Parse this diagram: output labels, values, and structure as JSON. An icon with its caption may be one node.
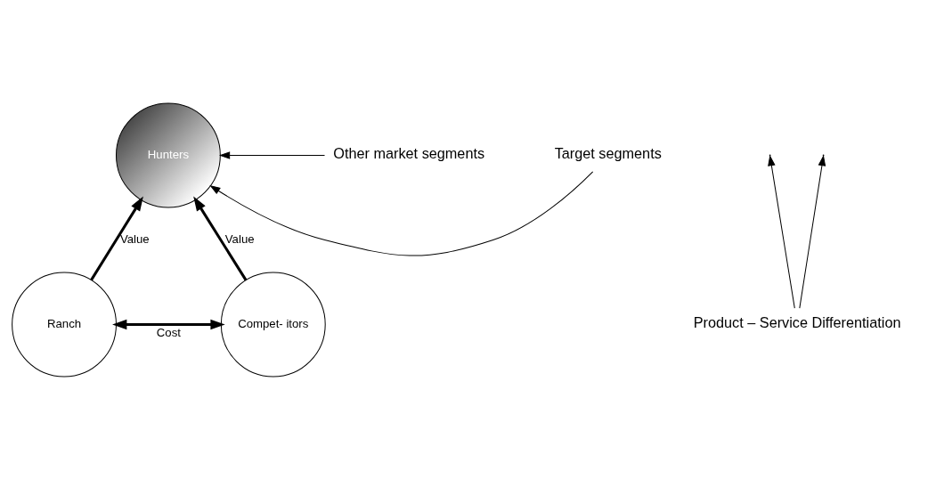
{
  "diagram": {
    "nodes": [
      {
        "text": [
          "Hunters"
        ]
      },
      {
        "text": [
          "Ranch"
        ]
      },
      {
        "text": [
          "Compet- itors"
        ]
      },
      {
        "text": [
          "Other market segments"
        ]
      },
      {
        "text": [
          "Target segments"
        ]
      },
      {
        "text": [
          "Product – Service Differentiation"
        ]
      }
    ],
    "edges": [
      {
        "from": 1,
        "to": 0,
        "arrow": "to",
        "label": "Value",
        "style": "thick"
      },
      {
        "from": 2,
        "to": 0,
        "arrow": "to",
        "label": "Value",
        "style": "thick"
      },
      {
        "from": 1,
        "to": 2,
        "arrow": "both",
        "label": "Cost",
        "style": "thick"
      },
      {
        "from": 3,
        "to": 0,
        "arrow": "to"
      },
      {
        "from": 4,
        "to": 0,
        "arrow": "to"
      },
      {
        "from": 5,
        "to": null,
        "arrow": "to"
      },
      {
        "from": 5,
        "to": null,
        "arrow": "to"
      }
    ]
  }
}
